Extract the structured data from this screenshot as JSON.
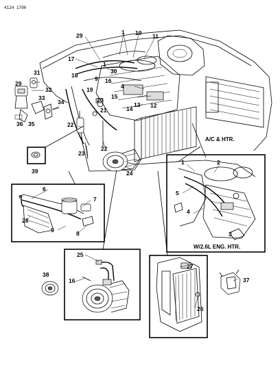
{
  "document_number": "4124 1700",
  "captions": {
    "ac_htr": "A/C & HTR.",
    "eng_htr": "W/2.6L ENG. HTR."
  },
  "callouts": {
    "c1": "1",
    "c2": "2",
    "c3": "3",
    "c4": "4",
    "c5": "5",
    "c6": "6",
    "c7": "7",
    "c8": "8",
    "c9": "9",
    "c10": "10",
    "c11": "11",
    "c12": "12",
    "c13": "13",
    "c14": "14",
    "c15": "15",
    "c16": "16",
    "c17": "17",
    "c18": "18",
    "c19": "19",
    "c20": "20",
    "c21": "21",
    "c22": "22",
    "c23": "23",
    "c24": "24",
    "c25": "25",
    "c26": "26",
    "c27": "27",
    "c28": "28",
    "c29": "29",
    "c30": "30",
    "c31": "31",
    "c32": "32",
    "c33": "33",
    "c34": "34",
    "c35": "35",
    "c36": "36",
    "c37": "37",
    "c38": "38",
    "c39": "39"
  }
}
